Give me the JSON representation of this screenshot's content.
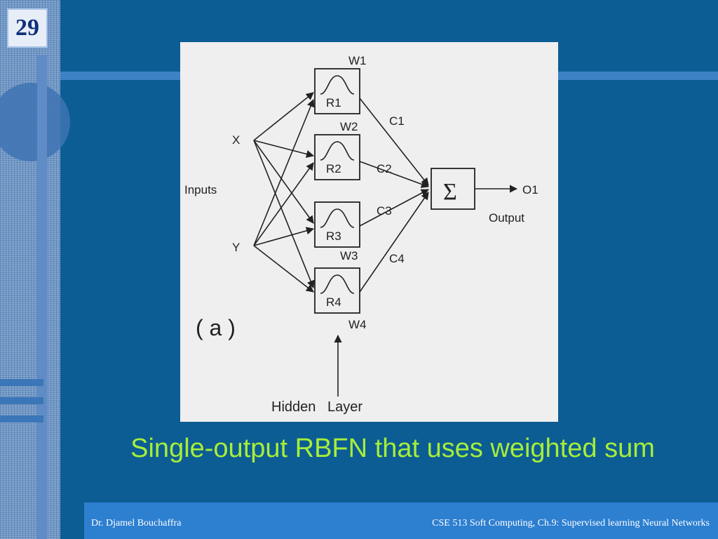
{
  "slide": {
    "number": "29",
    "caption": "Single-output RBFN that uses weighted sum"
  },
  "footer": {
    "author": "Dr. Djamel Bouchaffra",
    "course": "CSE 513 Soft Computing, Ch.9: Supervised learning Neural Networks"
  },
  "figure": {
    "inputs": [
      "X",
      "Y"
    ],
    "inputs_label": "Inputs",
    "nodes": [
      "R1",
      "R2",
      "R3",
      "R4"
    ],
    "weights": [
      "W1",
      "W2",
      "W3",
      "W4"
    ],
    "connections": [
      "C1",
      "C2",
      "C3",
      "C4"
    ],
    "sum_symbol": "Σ",
    "output": "O1",
    "output_label": "Output",
    "panel_label": "( a )",
    "hidden_label": "Hidden   Layer"
  },
  "colors": {
    "background": "#0c5d93",
    "caption": "#a6ee3a",
    "footer": "#2d7fd0"
  }
}
